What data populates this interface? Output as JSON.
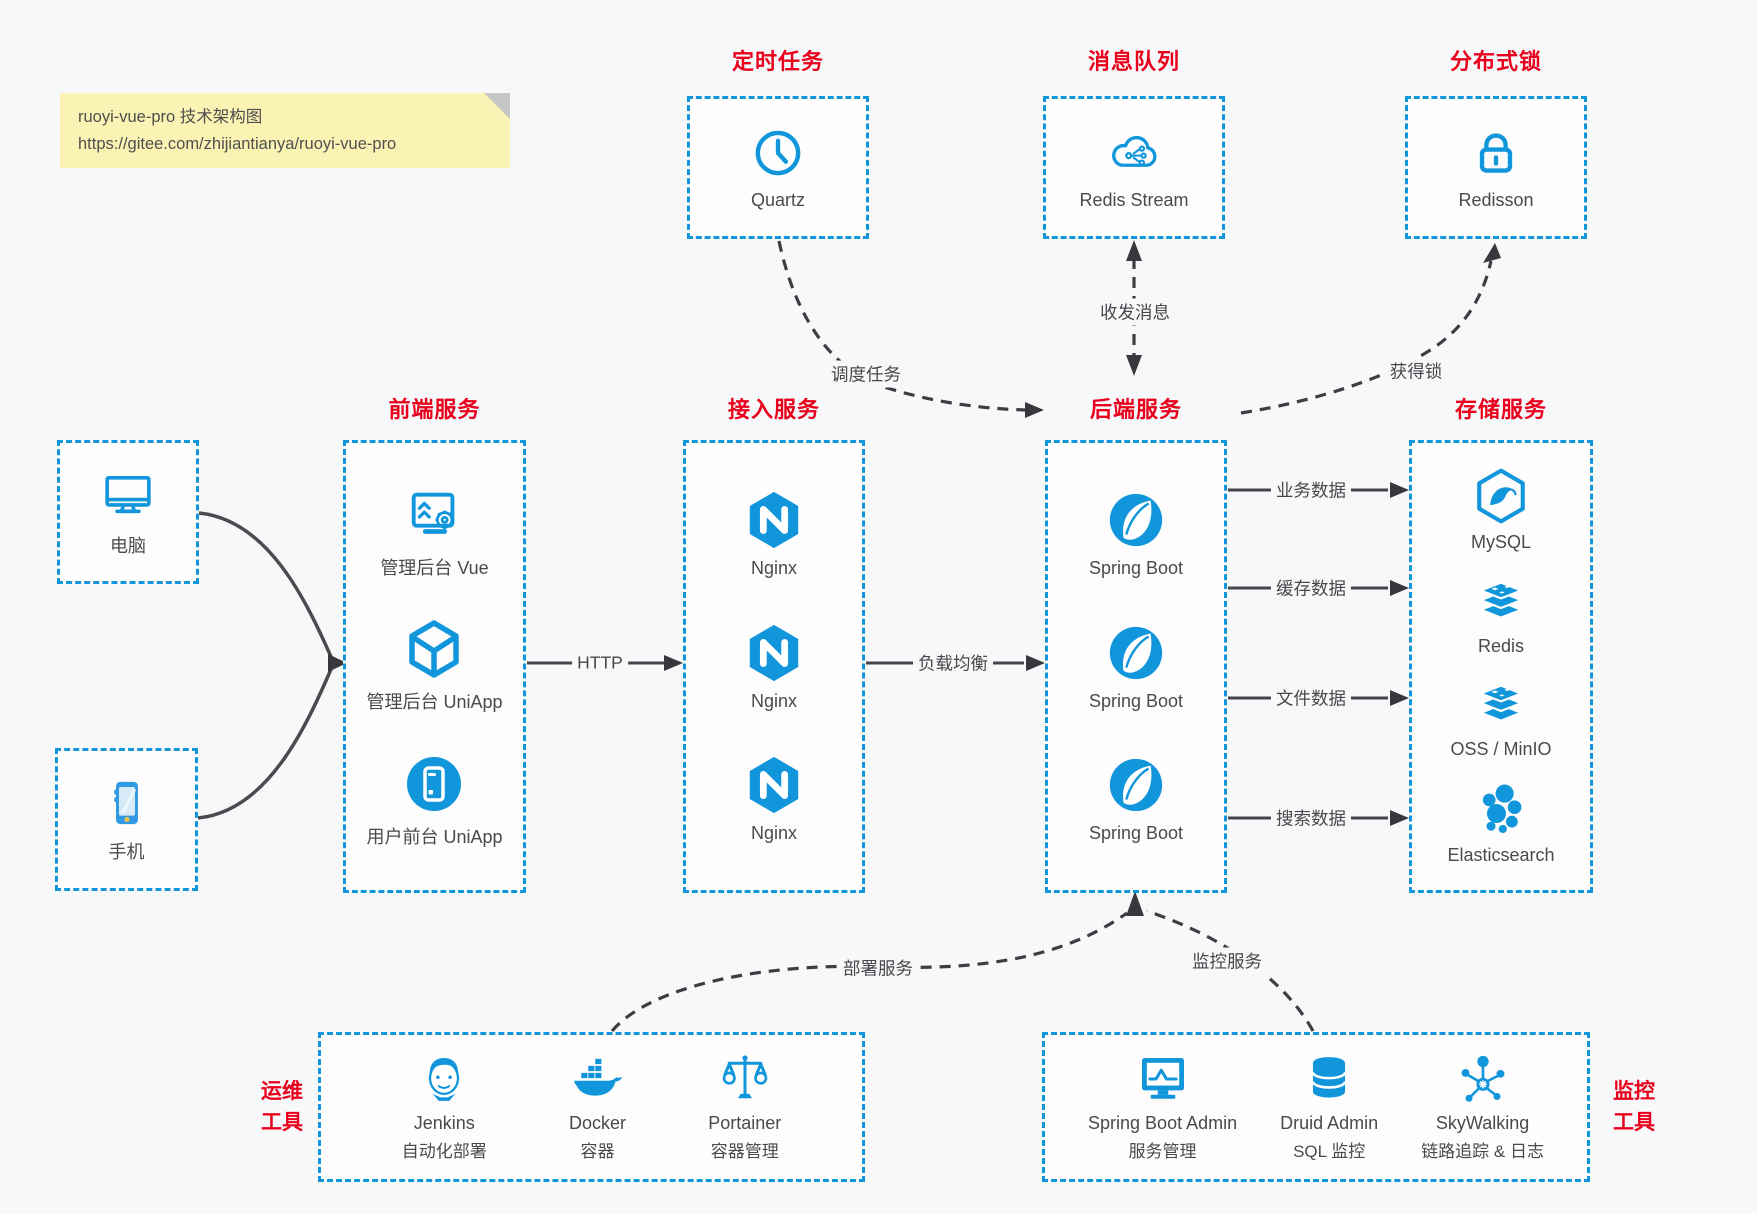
{
  "note": {
    "line1": "ruoyi-vue-pro 技术架构图",
    "line2": "https://gitee.com/zhijiantianya/ruoyi-vue-pro"
  },
  "top_groups": [
    {
      "title": "定时任务",
      "item": {
        "label": "Quartz",
        "icon": "clock-icon"
      }
    },
    {
      "title": "消息队列",
      "item": {
        "label": "Redis Stream",
        "icon": "cloud-stream-icon"
      }
    },
    {
      "title": "分布式锁",
      "item": {
        "label": "Redisson",
        "icon": "lock-icon"
      }
    }
  ],
  "devices": [
    {
      "label": "电脑",
      "icon": "computer-icon"
    },
    {
      "label": "手机",
      "icon": "smartphone-icon"
    }
  ],
  "columns": [
    {
      "title": "前端服务",
      "items": [
        {
          "label": "管理后台 Vue",
          "icon": "admin-vue-icon"
        },
        {
          "label": "管理后台 UniApp",
          "icon": "uniapp-cube-icon"
        },
        {
          "label": "用户前台 UniApp",
          "icon": "user-uniapp-icon"
        }
      ]
    },
    {
      "title": "接入服务",
      "items": [
        {
          "label": "Nginx",
          "icon": "nginx-icon"
        },
        {
          "label": "Nginx",
          "icon": "nginx-icon"
        },
        {
          "label": "Nginx",
          "icon": "nginx-icon"
        }
      ]
    },
    {
      "title": "后端服务",
      "items": [
        {
          "label": "Spring Boot",
          "icon": "springboot-icon"
        },
        {
          "label": "Spring Boot",
          "icon": "springboot-icon"
        },
        {
          "label": "Spring Boot",
          "icon": "springboot-icon"
        }
      ]
    },
    {
      "title": "存储服务",
      "items": [
        {
          "label": "MySQL",
          "icon": "mysql-icon"
        },
        {
          "label": "Redis",
          "icon": "redis-icon"
        },
        {
          "label": "OSS / MinIO",
          "icon": "oss-minio-icon"
        },
        {
          "label": "Elasticsearch",
          "icon": "elasticsearch-icon"
        }
      ]
    }
  ],
  "edges": {
    "http": "HTTP",
    "load_balance": "负载均衡",
    "data_labels": [
      "业务数据",
      "缓存数据",
      "文件数据",
      "搜索数据"
    ],
    "schedule": "调度任务",
    "message": "收发消息",
    "lock": "获得锁",
    "deploy": "部署服务",
    "monitor": "监控服务"
  },
  "bottom_groups": [
    {
      "title_lines": [
        "运维",
        "工具"
      ],
      "items": [
        {
          "name": "Jenkins",
          "desc": "自动化部署",
          "icon": "jenkins-icon"
        },
        {
          "name": "Docker",
          "desc": "容器",
          "icon": "docker-icon"
        },
        {
          "name": "Portainer",
          "desc": "容器管理",
          "icon": "portainer-icon"
        }
      ]
    },
    {
      "title_lines": [
        "监控",
        "工具"
      ],
      "items": [
        {
          "name": "Spring Boot Admin",
          "desc": "服务管理",
          "icon": "springboot-admin-icon"
        },
        {
          "name": "Druid Admin",
          "desc": "SQL 监控",
          "icon": "druid-icon"
        },
        {
          "name": "SkyWalking",
          "desc": "链路追踪 & 日志",
          "icon": "skywalking-icon"
        }
      ]
    }
  ],
  "colors": {
    "primary_blue": "#1296db",
    "title_red": "#e8001c",
    "note_yellow": "#faf3b3",
    "line_dark": "#3e3e42",
    "background": "#f7f8f9"
  }
}
